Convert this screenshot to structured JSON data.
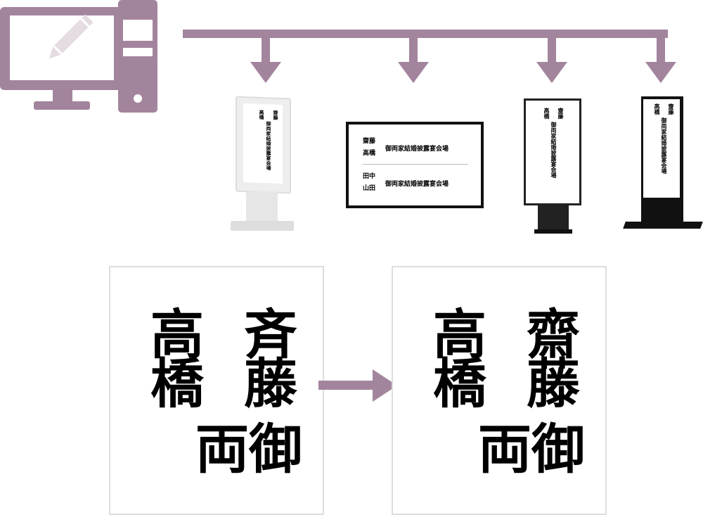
{
  "colors": {
    "accent": "#a3849d"
  },
  "icons": {
    "source": "computer-edit-icon"
  },
  "signs": {
    "name1": "齋藤",
    "name2": "高橋",
    "venue": "御両家結婚披露宴会場",
    "name3": "田中",
    "name4": "山田"
  },
  "before": {
    "name_left": "高橋",
    "name_right": "斉藤",
    "venue_partial": "御両"
  },
  "after": {
    "name_left": "高橋",
    "name_right": "齋藤",
    "venue_partial": "御両"
  }
}
